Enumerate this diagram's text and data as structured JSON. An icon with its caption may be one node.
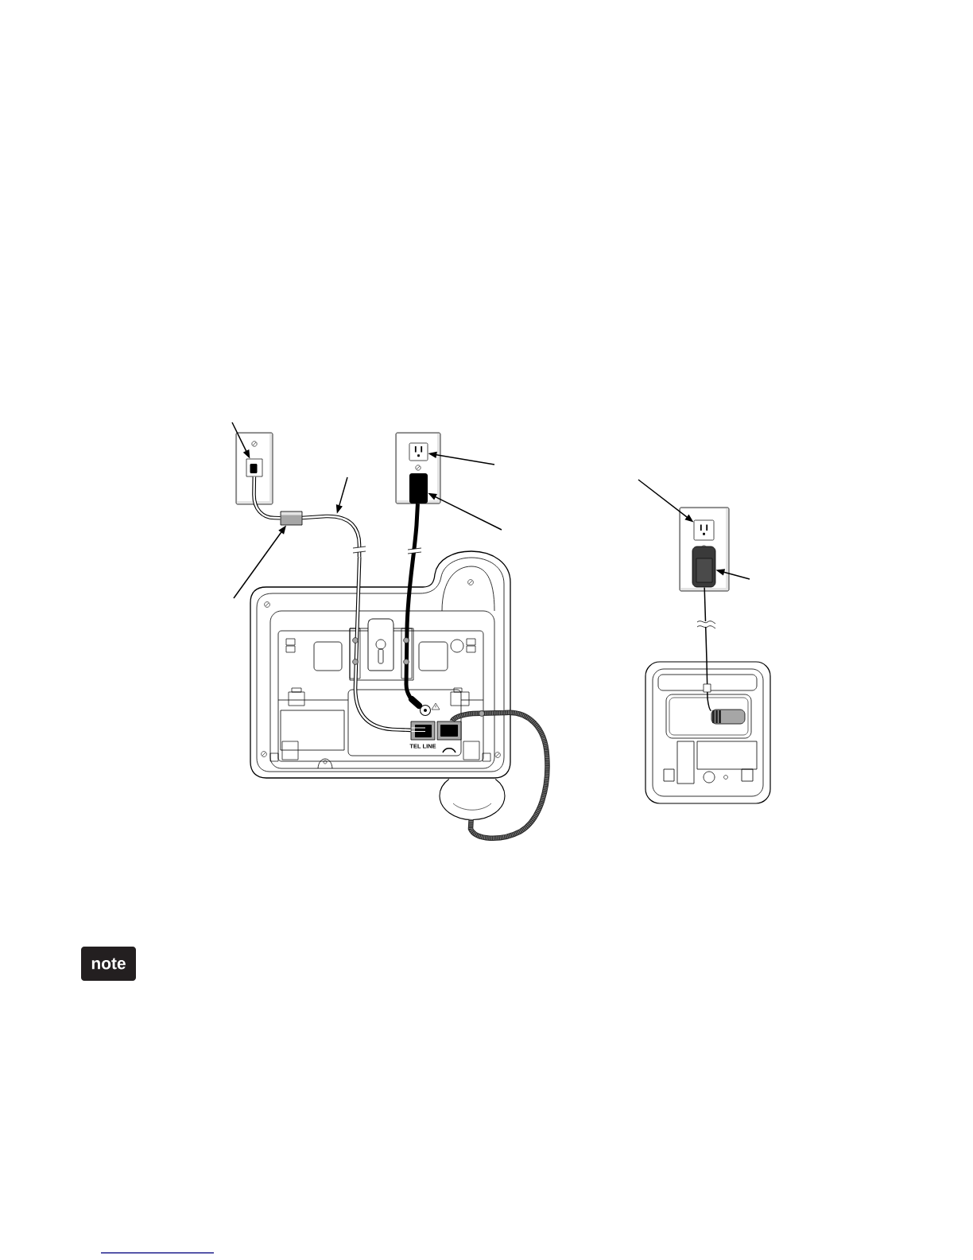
{
  "diagram": {
    "nodes": [
      {
        "text": [],
        "shape": "picture"
      },
      {
        "text": [],
        "shape": "picture"
      },
      {
        "text": [],
        "shape": "box"
      },
      {
        "text": [],
        "shape": "picture"
      },
      {
        "text": [],
        "shape": "picture"
      },
      {
        "text": [],
        "shape": "picture"
      },
      {
        "text": [],
        "shape": "picture"
      },
      {
        "text": [],
        "shape": "circle"
      },
      {
        "text": [],
        "shape": "picture"
      },
      {
        "text": [],
        "shape": "picture",
        "beside": [
          "TEL LINE"
        ]
      },
      {
        "text": [],
        "shape": "picture"
      },
      {
        "text": [],
        "shape": "picture"
      },
      {
        "text": [
          "note"
        ]
      }
    ],
    "edges": [
      {
        "from": null,
        "to": 0,
        "arrow": "to"
      },
      {
        "from": null,
        "to": 1,
        "arrow": "to"
      },
      {
        "from": null,
        "to": 2,
        "arrow": "to"
      },
      {
        "from": null,
        "to": 3,
        "arrow": "to"
      },
      {
        "from": null,
        "to": 4,
        "arrow": "to"
      },
      {
        "from": null,
        "to": 5,
        "arrow": "to"
      },
      {
        "from": null,
        "to": 6,
        "arrow": "to"
      },
      {
        "from": 0,
        "to": 4,
        "arrow": "none",
        "style": "thick"
      },
      {
        "from": 2,
        "to": 7,
        "arrow": "none",
        "style": "thick"
      },
      {
        "from": 6,
        "to": 8,
        "arrow": "none"
      },
      {
        "from": 3,
        "to": 9,
        "arrow": "none",
        "style": "thick"
      },
      {
        "from": 10,
        "to": 11,
        "arrow": "none",
        "style": "thick"
      }
    ]
  }
}
